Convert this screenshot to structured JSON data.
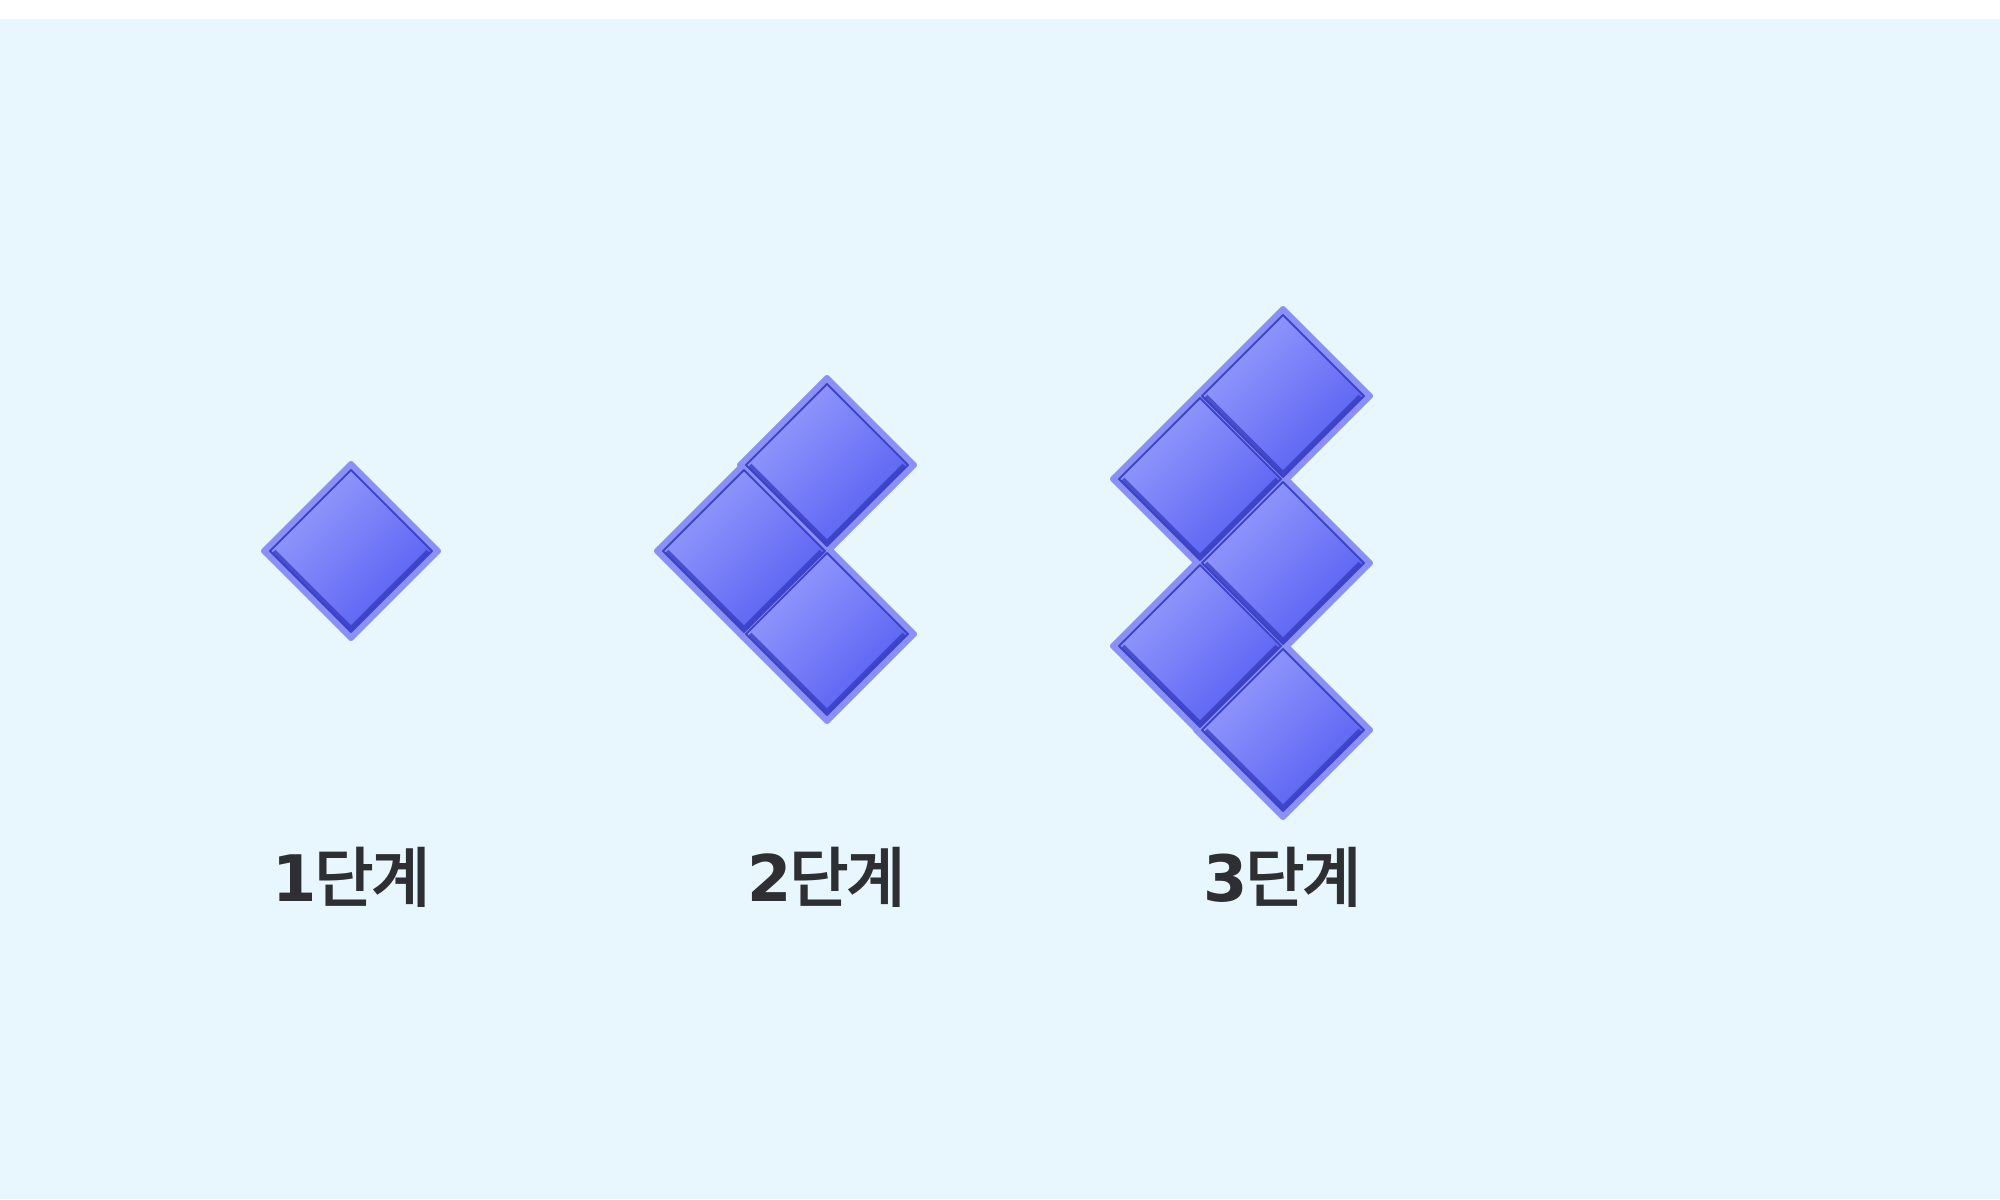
{
  "colors": {
    "background": "#e8f6fd",
    "tile_outline": "#8a90f5",
    "tile_light": "#9aa1ff",
    "tile_dark": "#4e56f2",
    "label": "#2d2f33"
  },
  "stages": [
    {
      "label": "1단계",
      "tile_count": 1
    },
    {
      "label": "2단계",
      "tile_count": 3
    },
    {
      "label": "3단계",
      "tile_count": 5
    }
  ]
}
